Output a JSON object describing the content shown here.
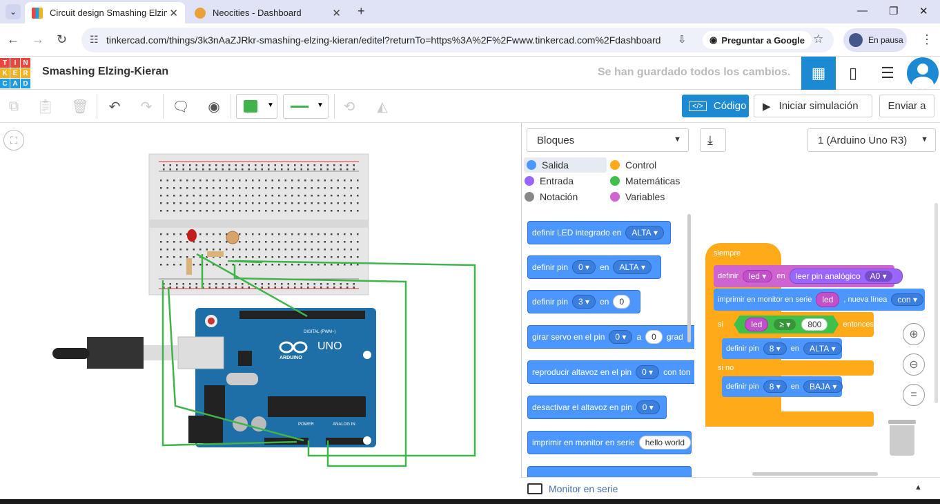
{
  "browser": {
    "tabs": [
      {
        "title": "Circuit design Smashing Elzing-",
        "active": true
      },
      {
        "title": "Neocities - Dashboard",
        "active": false
      }
    ],
    "url": "tinkercad.com/things/3k3nAaZJRkr-smashing-elzing-kieran/editel?returnTo=https%3A%2F%2Fwww.tinkercad.com%2Fdashboard",
    "ask_google": "Preguntar a Google",
    "profile_status": "En pausa"
  },
  "app": {
    "logo_letters": [
      "T",
      "I",
      "N",
      "K",
      "E",
      "R",
      "C",
      "A",
      "D"
    ],
    "design_title": "Smashing Elzing-Kieran",
    "save_status": "Se han guardado todos los cambios.",
    "code_button": "Código",
    "simulate_button": "Iniciar simulación",
    "send_button": "Enviar a"
  },
  "code_panel": {
    "mode_select": "Bloques",
    "device_select": "1 (Arduino Uno R3)",
    "categories": [
      {
        "label": "Salida",
        "color": "#4c97ff"
      },
      {
        "label": "Control",
        "color": "#ffab19"
      },
      {
        "label": "Entrada",
        "color": "#9966ff"
      },
      {
        "label": "Matemáticas",
        "color": "#40bf4a"
      },
      {
        "label": "Notación",
        "color": "#888888"
      },
      {
        "label": "Variables",
        "color": "#cf63cf"
      }
    ],
    "palette": {
      "b1": {
        "text": "definir LED integrado en",
        "opt": "ALTA"
      },
      "b2": {
        "text": "definir pin",
        "pin": "0",
        "en": "en",
        "opt": "ALTA"
      },
      "b3": {
        "text": "definir pin",
        "pin": "3",
        "en": "en",
        "val": "0"
      },
      "b4": {
        "text": "girar servo en el pin",
        "pin": "0",
        "a": "a",
        "val": "0",
        "tail": "grad"
      },
      "b5": {
        "text": "reproducir altavoz en el pin",
        "pin": "0",
        "tail": "con ton"
      },
      "b6": {
        "text": "desactivar el altavoz en pin",
        "pin": "0"
      },
      "b7": {
        "text": "imprimir en monitor en serie",
        "val": "hello world"
      }
    },
    "program": {
      "hat": "siempre",
      "set_var": {
        "label": "definir",
        "var": "led",
        "en": "en",
        "fn": "leer pin analógico",
        "pin": "A0"
      },
      "print": {
        "label": "imprimir en monitor en serie",
        "var": "led",
        "mode_label": ", nueva línea",
        "mode": "con"
      },
      "if": {
        "label": "si",
        "var": "led",
        "op": "≥",
        "val": "800",
        "then": "entonces"
      },
      "then_block": {
        "label": "definir pin",
        "pin": "8",
        "en": "en",
        "state": "ALTA"
      },
      "else_label": "si no",
      "else_block": {
        "label": "definir pin",
        "pin": "8",
        "en": "en",
        "state": "BAJA"
      }
    },
    "serial_monitor": "Monitor en serie"
  },
  "circuit": {
    "board_label": "UNO",
    "board_brand": "ARDUINO",
    "digital_label": "DIGITAL (PWM~)",
    "power_label": "POWER",
    "analog_label": "ANALOG IN"
  }
}
